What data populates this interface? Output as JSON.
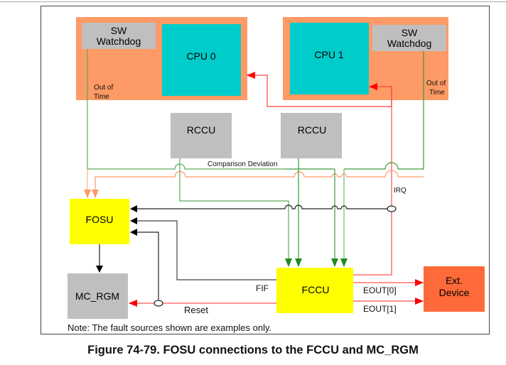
{
  "figure": {
    "caption": "Figure 74-79. FOSU connections to the FCCU and MC_RGM",
    "note": "Note: The fault sources shown are examples only."
  },
  "blocks": {
    "sw_watchdog_0": [
      "SW",
      "Watchdog"
    ],
    "cpu0": "CPU 0",
    "cpu1": "CPU 1",
    "sw_watchdog_1": [
      "SW",
      "Watchdog"
    ],
    "rccu_0": "RCCU",
    "rccu_1": "RCCU",
    "fosu": "FOSU",
    "mc_rgm": "MC_RGM",
    "fccu": "FCCU",
    "ext_device": [
      "Ext.",
      "Device"
    ]
  },
  "labels": {
    "out_of_time_0": [
      "Out of",
      "Time"
    ],
    "out_of_time_1": [
      "Out of",
      "Time"
    ],
    "comparison_deviation": "Comparison Deviation",
    "irq": "IRQ",
    "fif": "FIF",
    "reset": "Reset",
    "eout0": "EOUT[0]",
    "eout1": "EOUT[1]"
  },
  "colors": {
    "cpu_group": "#fd9a65",
    "cpu": "#00cccc",
    "gray_block": "#bfbfbf",
    "yellow_block": "#ffff00",
    "ext_device": "#ff6a3a",
    "green_line": "#3a9a3a",
    "light_green_line": "#8cc88c",
    "orange_line": "#fd9a65",
    "red_line": "#ff0000",
    "light_red_line": "#ff7070",
    "black_line": "#222222"
  }
}
